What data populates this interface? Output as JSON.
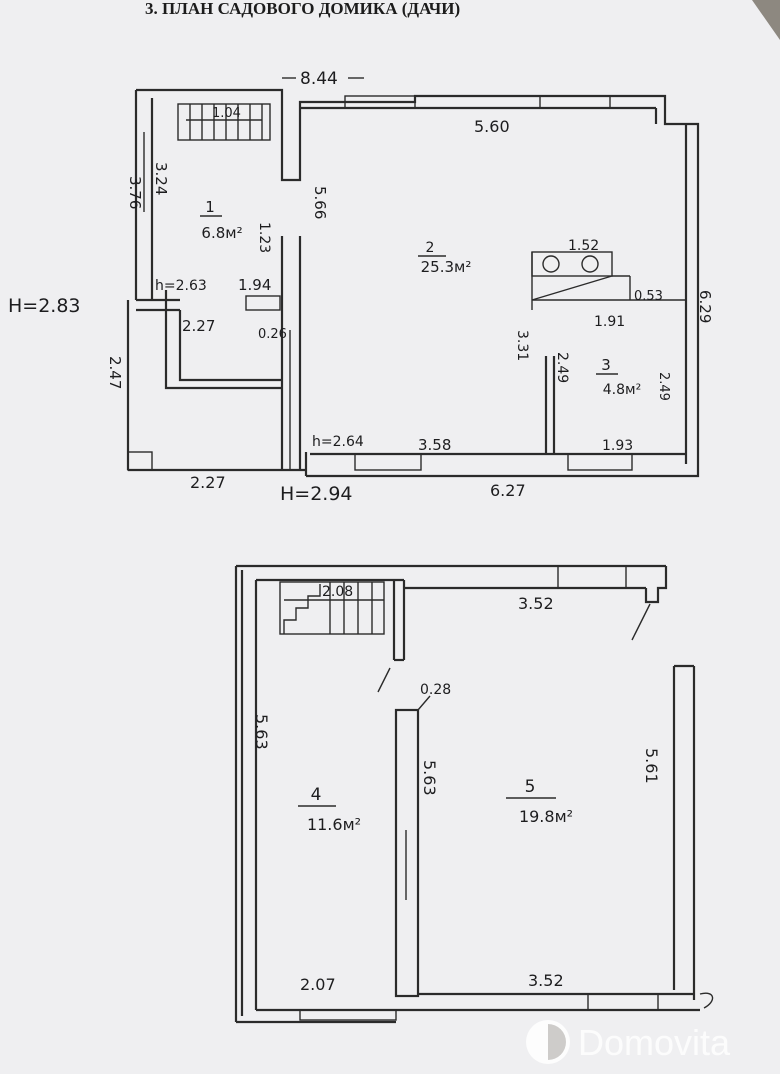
{
  "title": "3. ПЛАН САДОВОГО ДОМИКА (ДАЧИ)",
  "ground_floor": {
    "height_outer": "H=2.83",
    "height_bottom": "H=2.94",
    "dims": {
      "top_total": "8.44",
      "top_right": "5.60",
      "stair_width": "1.04",
      "left_outer": "3.76",
      "left_inner": "3.24",
      "partition_1": "5.66",
      "partition_2": "1.23",
      "height_room1": "h=2.63",
      "d_194": "1.94",
      "d_227_inner": "2.27",
      "d_026": "0.26",
      "left_lower": "2.47",
      "bottom_left": "2.27",
      "height_room2": "h=2.64",
      "d_358": "3.58",
      "bottom_right": "6.27",
      "d_152": "1.52",
      "d_191": "1.91",
      "d_053": "0.53",
      "right_outer": "6.29",
      "d_331": "3.31",
      "d_249": "2.49",
      "d_249b": "2.49",
      "d_193": "1.93"
    },
    "rooms": [
      {
        "num": "1",
        "area": "6.8м²"
      },
      {
        "num": "2",
        "area": "25.3м²"
      },
      {
        "num": "3",
        "area": "4.8м²"
      }
    ]
  },
  "upper_floor": {
    "dims": {
      "stair_width": "2.08",
      "top_right": "3.52",
      "left": "5.63",
      "d_028": "0.28",
      "middle": "5.63",
      "right": "5.61",
      "bottom_left": "2.07",
      "bottom_right": "3.52"
    },
    "rooms": [
      {
        "num": "4",
        "area": "11.6м²"
      },
      {
        "num": "5",
        "area": "19.8м²"
      }
    ]
  },
  "watermark": "Domovita"
}
